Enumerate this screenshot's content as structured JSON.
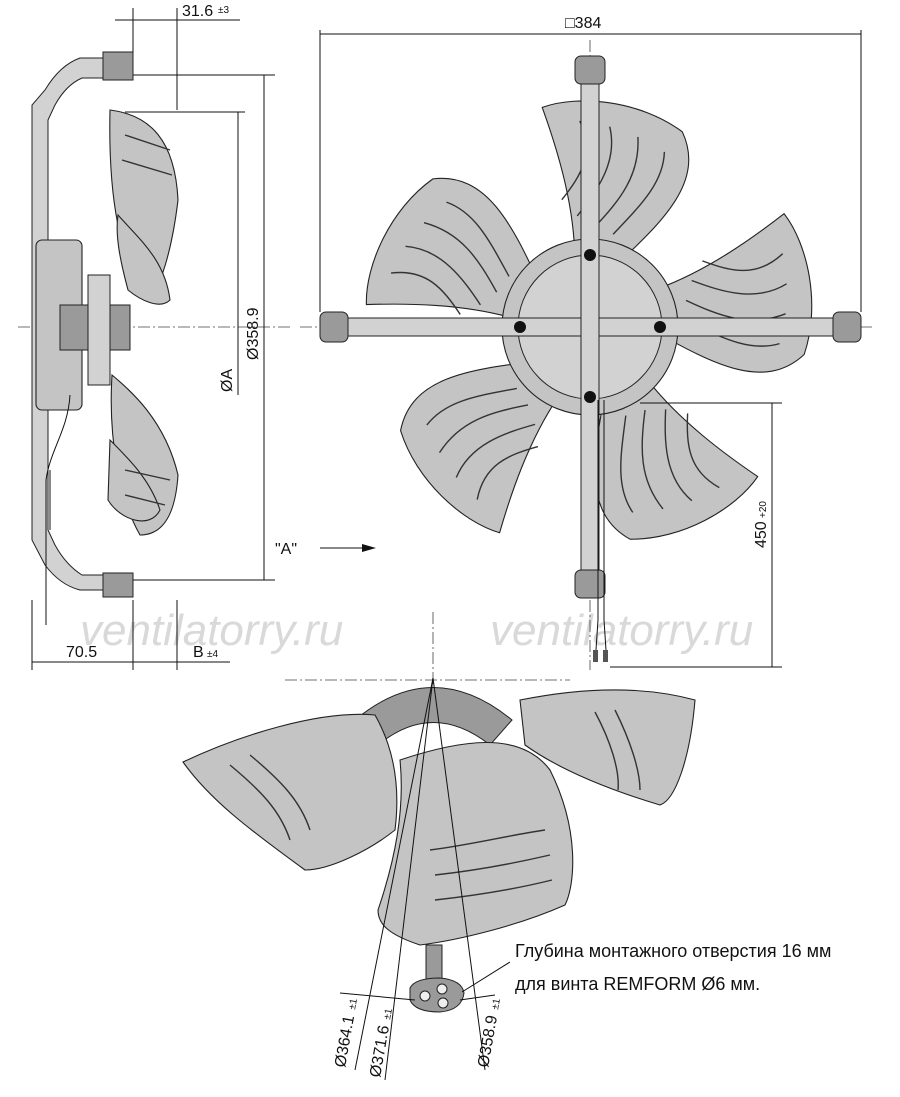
{
  "watermark": "ventilatorry.ru",
  "side_view": {
    "dim_top": "31.6",
    "dim_top_tol": "±3",
    "dim_diameter": "Ø358.9",
    "dim_dia_a": "ØA",
    "dim_bottom_left": "70.5",
    "dim_bottom_right": "B",
    "dim_bottom_right_tol": "±4",
    "view_arrow_label": "\"A\""
  },
  "front_view": {
    "dim_width": "□384",
    "dim_cable": "450",
    "dim_cable_tol": "+20"
  },
  "bottom_view": {
    "dim_1": "Ø364.1",
    "dim_1_tol": "±1",
    "dim_2": "Ø371.6",
    "dim_2_tol": "±1",
    "dim_3": "Ø358.9",
    "dim_3_tol": "±1",
    "note_line1": "Глубина монтажного отверстия 16 мм",
    "note_line2": "для винта REMFORM Ø6 мм."
  }
}
